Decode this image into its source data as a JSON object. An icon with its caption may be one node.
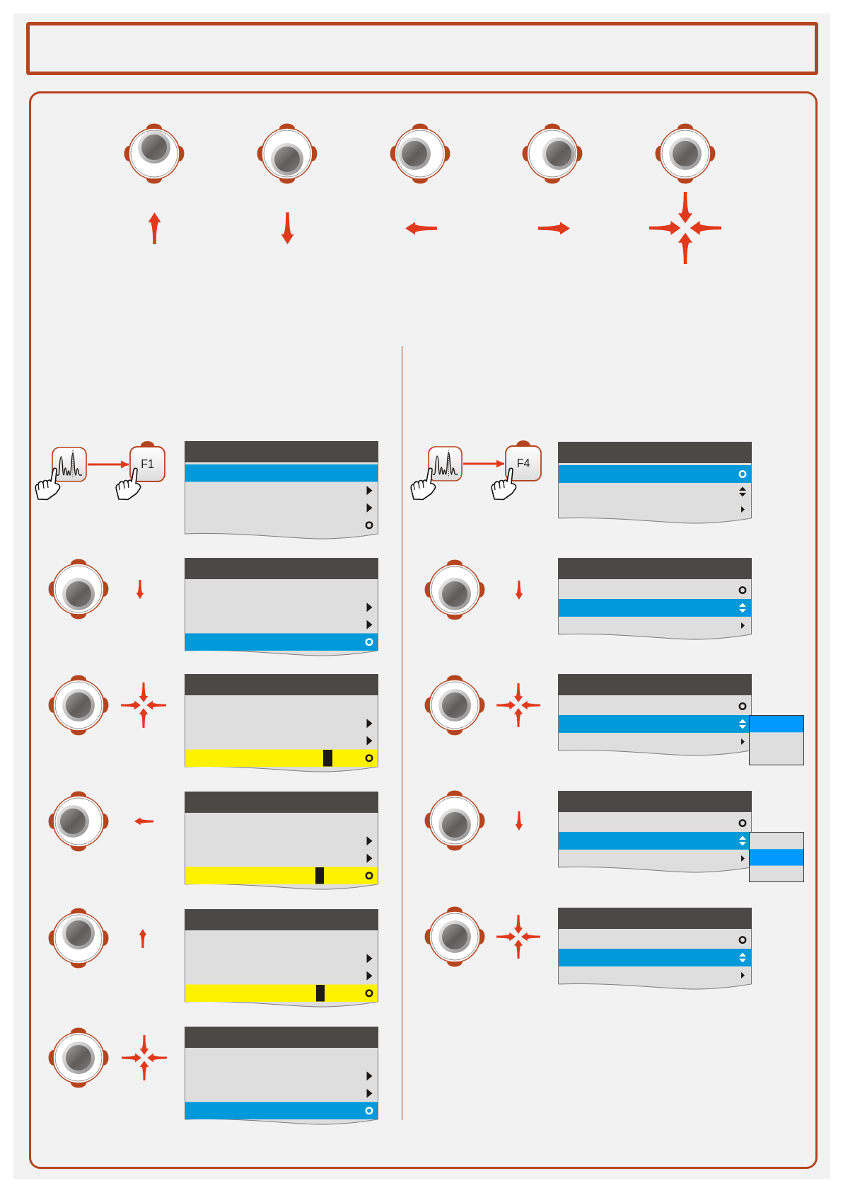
{
  "diagram": {
    "nodes": [
      {
        "text": [],
        "shape": "picture"
      },
      {
        "text": [
          "F1"
        ]
      },
      {
        "text": [],
        "shape": "picture"
      },
      {
        "text": [
          "F4"
        ]
      }
    ],
    "edges": [
      {
        "from": 0,
        "to": 1,
        "arrow": "to"
      },
      {
        "from": 2,
        "to": 3,
        "arrow": "to"
      }
    ]
  }
}
